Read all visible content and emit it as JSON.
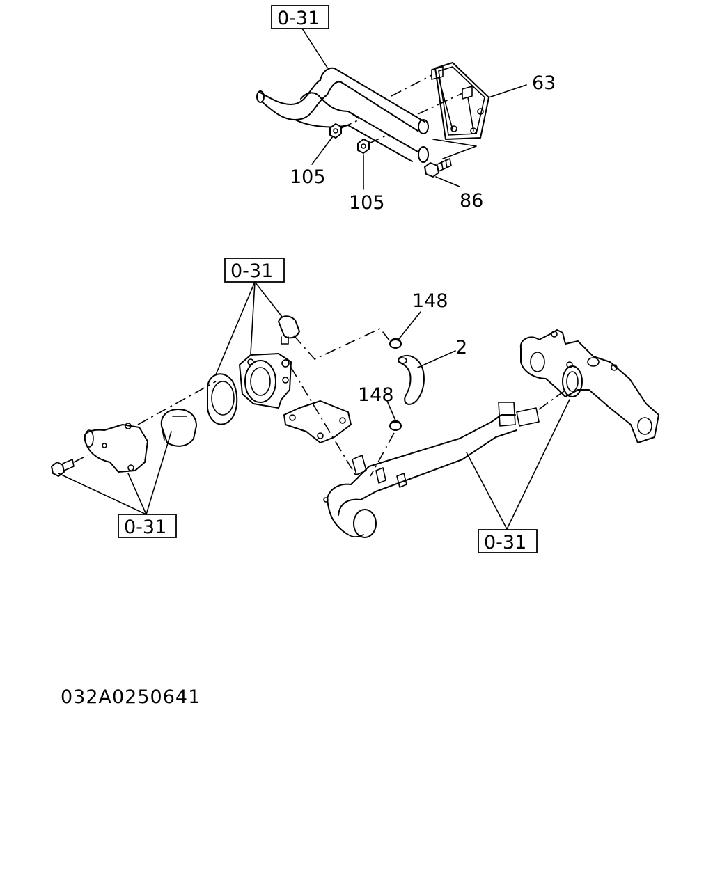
{
  "diagram": {
    "refs": {
      "top": "0-31",
      "middle": "0-31",
      "left_bottom": "0-31",
      "right_bottom": "0-31"
    },
    "callouts": {
      "c63": "63",
      "c105a": "105",
      "c105b": "105",
      "c86": "86",
      "c148a": "148",
      "c2": "2",
      "c148b": "148"
    },
    "document_id": "032A0250641"
  }
}
